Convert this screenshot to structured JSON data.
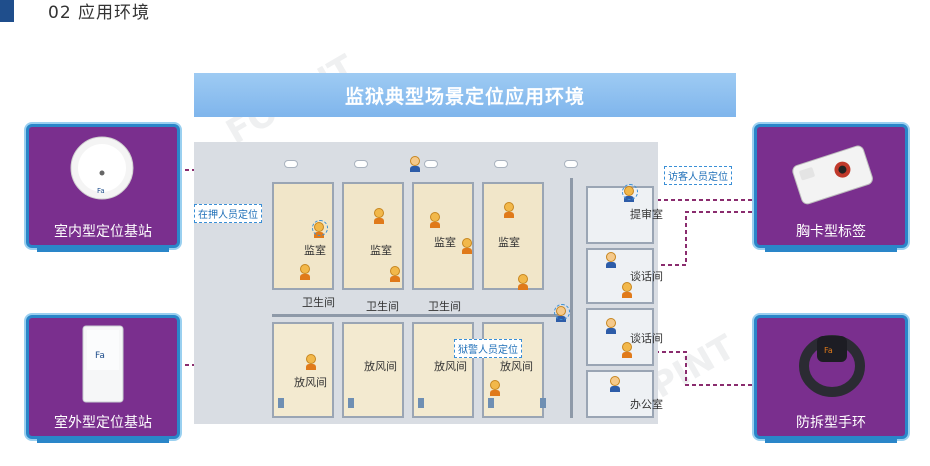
{
  "header": {
    "section_title": "02  应用环境"
  },
  "banner": {
    "title": "监狱典型场景定位应用环境"
  },
  "cards": {
    "indoor": {
      "label": "室内型定位基站",
      "icon": "indoor-base-station-icon"
    },
    "outdoor": {
      "label": "室外型定位基站",
      "icon": "outdoor-base-station-icon"
    },
    "badge": {
      "label": "胸卡型标签",
      "icon": "badge-tag-icon"
    },
    "wristband": {
      "label": "防拆型手环",
      "icon": "tamper-wristband-icon"
    }
  },
  "plan": {
    "cells": [
      "监室",
      "监室",
      "监室",
      "监室"
    ],
    "toilets": [
      "卫生间",
      "卫生间",
      "卫生间"
    ],
    "yards": [
      "放风间",
      "放风间",
      "放风间",
      "放风间"
    ],
    "right_rooms": [
      "提审室",
      "谈话间",
      "谈话间",
      "办公室"
    ]
  },
  "tags": {
    "detainee": "在押人员定位",
    "visitor": "访客人员定位",
    "guard": "狱警人员定位"
  },
  "colors": {
    "card_purple": "#7a2f8e",
    "card_border": "#2a86c9",
    "banner": "#8bc0f0",
    "link": "#8a2c6e"
  }
}
